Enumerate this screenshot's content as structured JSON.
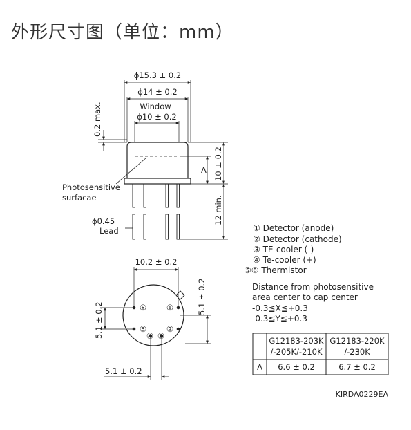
{
  "title": "外形尺寸图（单位：mm）",
  "side_view": {
    "dia_outer": "ϕ15.3 ± 0.2",
    "dia_cap": "ϕ14 ± 0.2",
    "window_label": "Window",
    "window_dia": "ϕ10 ± 0.2",
    "max_label": "0.2 max.",
    "height_label": "10 ± 0.2",
    "a_label": "A",
    "lead_len": "12 min.",
    "photosensitive_1": "Photosensitive",
    "photosensitive_2": "surfacae",
    "lead_dia": "ϕ0.45",
    "lead_label": "Lead"
  },
  "bottom_view": {
    "pitch_x": "10.2 ± 0.2",
    "pitch_y_right": "5.1 ± 0.2",
    "pitch_y_left": "5.1 ± 0.2",
    "pitch_x_bottom": "5.1 ± 0.2",
    "pins": [
      "①",
      "②",
      "③",
      "④",
      "⑤",
      "⑥"
    ]
  },
  "legend": [
    "① Detector (anode)",
    "② Detector (cathode)",
    "③ TE-cooler (-)",
    "④ Te-cooler (+)",
    "⑤⑥ Thermistor"
  ],
  "notes": [
    "Distance from photosensitive",
    "area center to  cap center",
    "-0.3≦X≦+0.3",
    "-0.3≦Y≦+0.3"
  ],
  "table": {
    "header1": [
      "G12183-203K",
      "/-205K/-210K"
    ],
    "header2": [
      "G12183-220K",
      "/-230K"
    ],
    "row_label": "A",
    "val1": "6.6 ± 0.2",
    "val2": "6.7 ± 0.2"
  },
  "code": "KIRDA0229EA"
}
